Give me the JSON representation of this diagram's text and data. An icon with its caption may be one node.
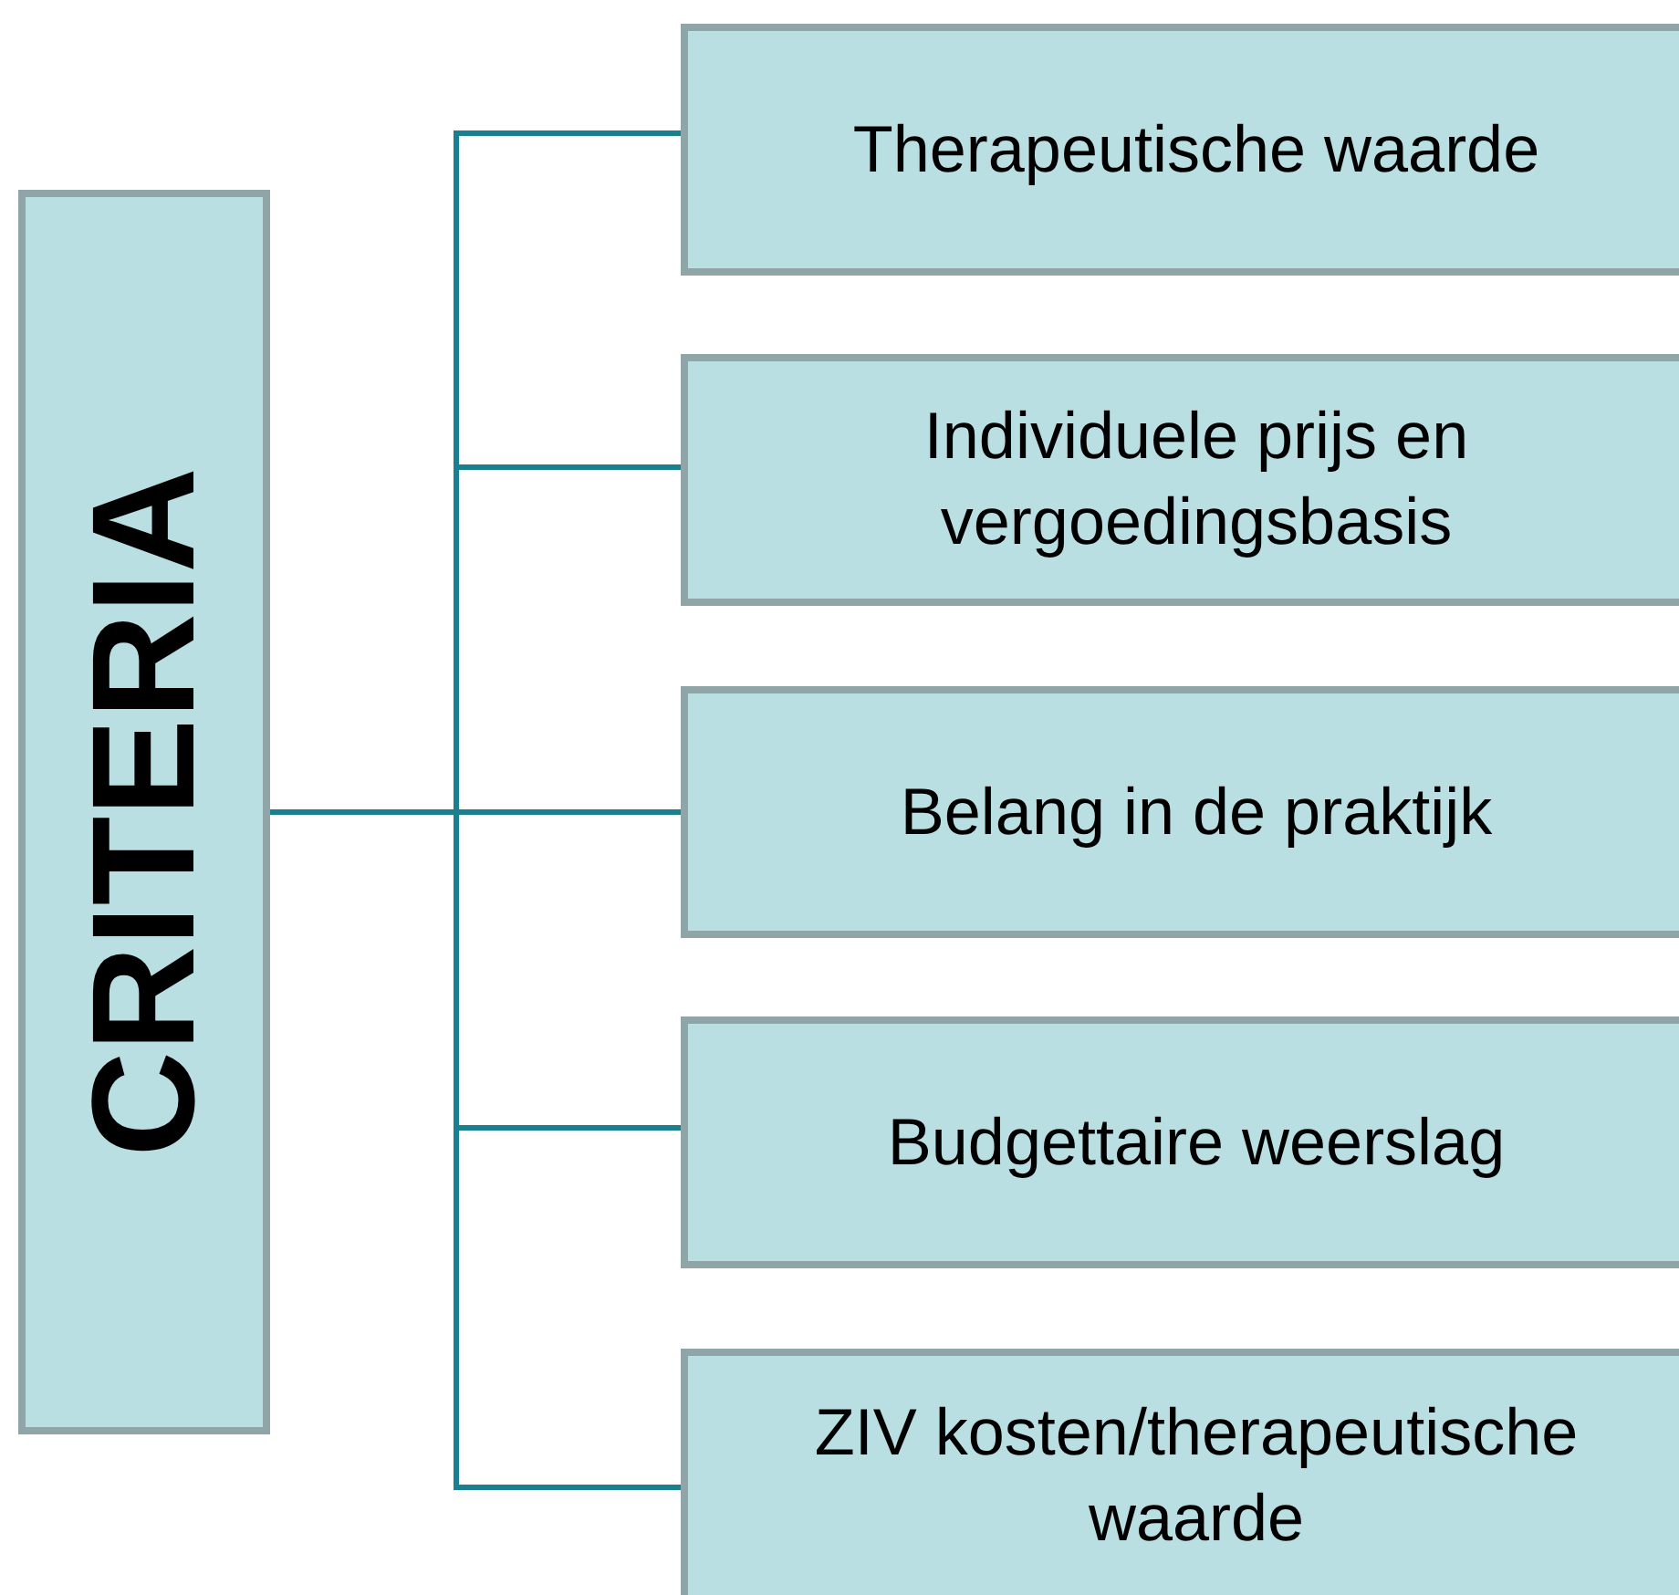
{
  "diagram": {
    "nodes": [
      {
        "text": [
          "CRITERIA"
        ]
      },
      {
        "text": [
          "Therapeutische waarde"
        ]
      },
      {
        "text": [
          "Individuele prijs en vergoedingsbasis"
        ]
      },
      {
        "text": [
          "Belang in de praktijk"
        ]
      },
      {
        "text": [
          "Budgettaire weerslag"
        ]
      },
      {
        "text": [
          "ZIV kosten/therapeutische waarde"
        ]
      }
    ],
    "edges": [
      {
        "from": 0,
        "to": 1,
        "arrow": "none"
      },
      {
        "from": 0,
        "to": 2,
        "arrow": "none"
      },
      {
        "from": 0,
        "to": 3,
        "arrow": "none"
      },
      {
        "from": 0,
        "to": 4,
        "arrow": "none"
      },
      {
        "from": 0,
        "to": 5,
        "arrow": "none"
      }
    ]
  }
}
